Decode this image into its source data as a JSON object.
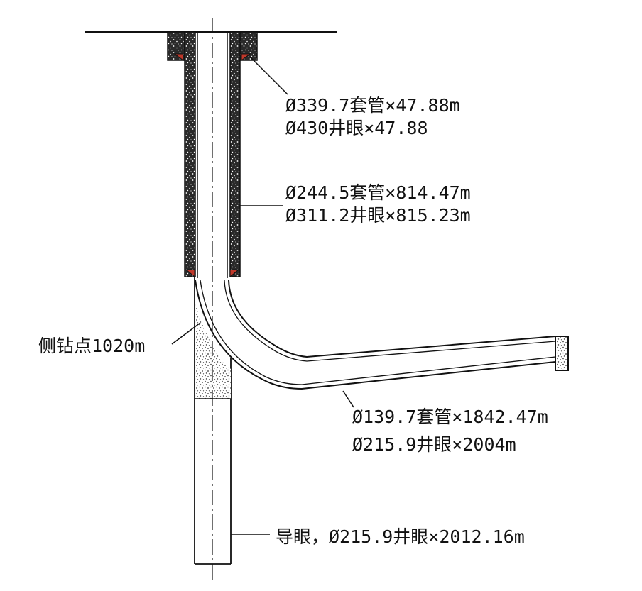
{
  "labels": {
    "surface_casing": "Ø339.7套管×47.88m",
    "surface_hole": "Ø430井眼×47.88",
    "intermediate_casing": "Ø244.5套管×814.47m",
    "intermediate_hole": "Ø311.2井眼×815.23m",
    "sidetrack_point": "侧钻点1020m",
    "production_casing": "Ø139.7套管×1842.47m",
    "production_hole": "Ø215.9井眼×2004m",
    "pilot_hole": "导眼，Ø215.9井眼×2012.16m"
  },
  "colors": {
    "line": "#111111",
    "cement_fill": "#2a2a2a",
    "cement_speck": "#ffffff",
    "shoe": "#c0392b",
    "background": "#ffffff"
  }
}
